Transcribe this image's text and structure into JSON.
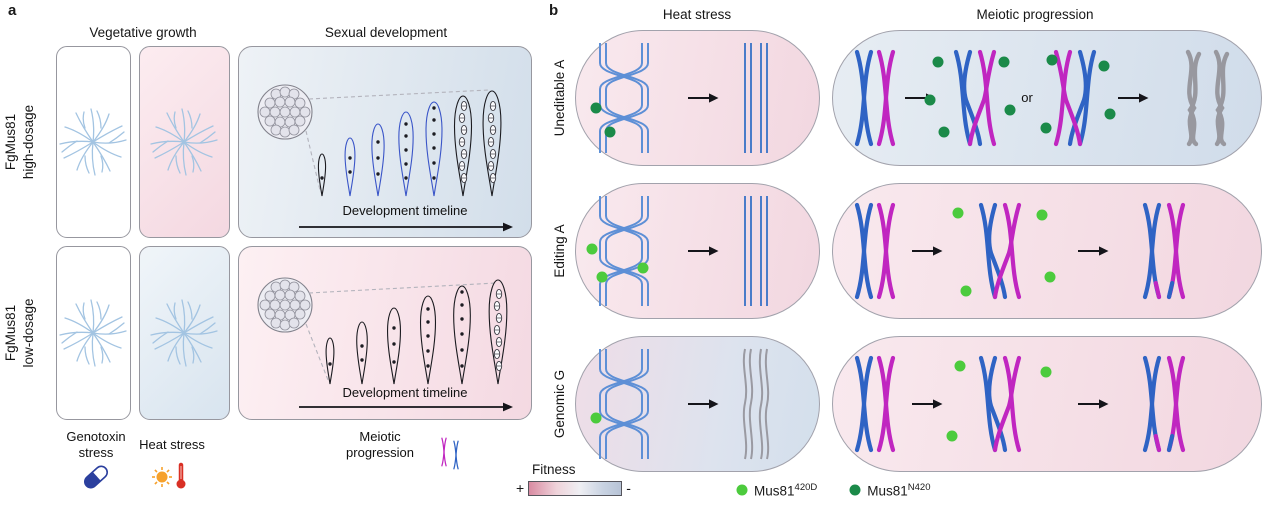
{
  "panel_a": {
    "label": "a",
    "header_vegetative": "Vegetative growth",
    "header_sexual": "Sexual development",
    "rows": [
      {
        "line1": "FgMus81",
        "line2": "high-dosage"
      },
      {
        "line1": "FgMus81",
        "line2": "low-dosage"
      }
    ],
    "timeline_label": "Development timeline",
    "legend": {
      "genotoxin_line1": "Genotoxin",
      "genotoxin_line2": "stress",
      "heat": "Heat stress",
      "meiotic_line1": "Meiotic",
      "meiotic_line2": "progression"
    }
  },
  "panel_b": {
    "label": "b",
    "header_heat": "Heat stress",
    "header_meiotic": "Meiotic progression",
    "rows": [
      {
        "label": "Uneditable A"
      },
      {
        "label": "Editing A"
      },
      {
        "label": "Genomic G"
      }
    ],
    "or_label": "or",
    "fitness": {
      "label": "Fitness",
      "plus": "+",
      "minus": "-"
    },
    "legend": [
      {
        "base": "Mus81",
        "sup": "420D",
        "color": "#4ccb3d"
      },
      {
        "base": "Mus81",
        "sup": "N420",
        "color": "#1b8a49"
      }
    ]
  },
  "colors": {
    "chromosome_blue": "#2f63c4",
    "chromosome_magenta": "#c026c0",
    "dna_blue": "#5d8fd6",
    "aberrant_gray": "#98989f",
    "mus81_420d": "#4ccb3d",
    "mus81_n420": "#1b8a49",
    "fitness_positive_pink": "#d98ba2",
    "fitness_negative_blue": "#b7c3d6"
  }
}
